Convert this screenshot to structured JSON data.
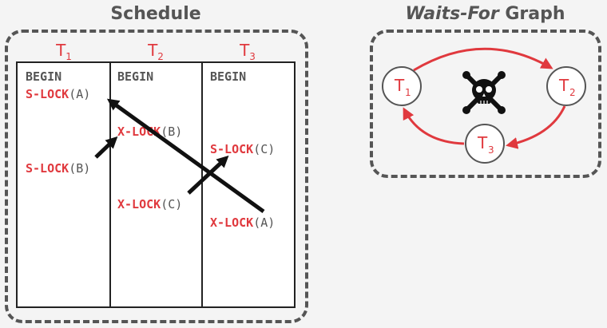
{
  "schedule": {
    "title": "Schedule",
    "columns": [
      {
        "label": "T",
        "sub": "1"
      },
      {
        "label": "T",
        "sub": "2"
      },
      {
        "label": "T",
        "sub": "3"
      }
    ],
    "rows": {
      "t1_begin": "BEGIN",
      "t2_begin": "BEGIN",
      "t3_begin": "BEGIN",
      "t1_slock_a": {
        "op": "S-LOCK",
        "arg": "(A)"
      },
      "t2_xlock_b": {
        "op": "X-LOCK",
        "arg": "(B)"
      },
      "t3_slock_c": {
        "op": "S-LOCK",
        "arg": "(C)"
      },
      "t1_slock_b": {
        "op": "S-LOCK",
        "arg": "(B)"
      },
      "t2_xlock_c": {
        "op": "X-LOCK",
        "arg": "(C)"
      },
      "t3_xlock_a": {
        "op": "X-LOCK",
        "arg": "(A)"
      }
    }
  },
  "graph": {
    "title_italic": "Waits-For",
    "title_rest": " Graph",
    "nodes": [
      {
        "label": "T",
        "sub": "1"
      },
      {
        "label": "T",
        "sub": "2"
      },
      {
        "label": "T",
        "sub": "3"
      }
    ],
    "deadlock_icon": "skull-crossbones-icon",
    "colors": {
      "edge": "#e0393e",
      "node_text": "#e0393e",
      "node_border": "#555555"
    }
  }
}
